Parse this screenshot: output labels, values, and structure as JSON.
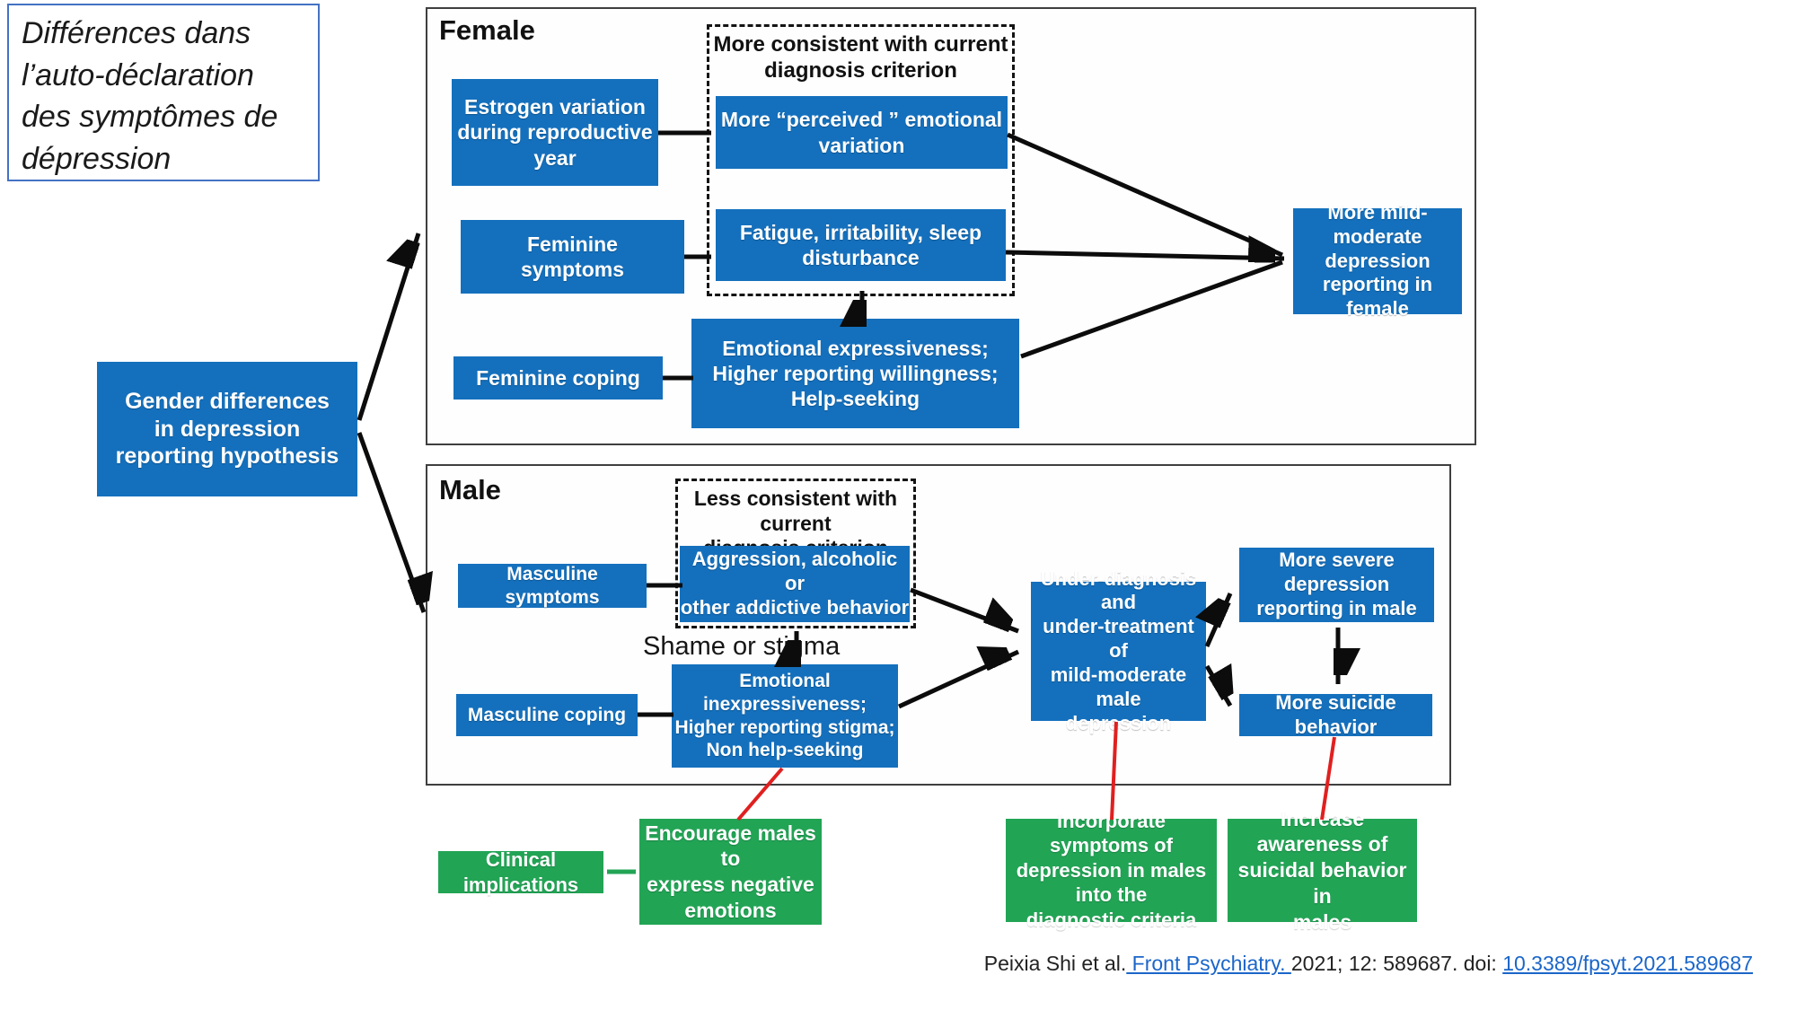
{
  "title_box": {
    "text": "Différences dans\nl’auto-déclaration\ndes symptômes de\ndépression"
  },
  "root_node": {
    "label": "Gender differences\nin depression\nreporting hypothesis"
  },
  "female": {
    "panel_label": "Female",
    "dashed_box_title": "More consistent with  current\ndiagnosis criterion",
    "estrogen": "Estrogen variation\nduring  reproductive\nyear",
    "perceived": "More “perceived ” emotional\nvariation",
    "fatigue": "Fatigue, irritability, sleep\ndisturbance",
    "symptoms": "Feminine\nsymptoms",
    "coping": "Feminine coping",
    "expressiveness": "Emotional expressiveness;\nHigher reporting willingness;\nHelp-seeking",
    "outcome": "More mild-moderate\ndepression reporting in\nfemale"
  },
  "male": {
    "panel_label": "Male",
    "dashed_box_title": "Less consistent with current\ndiagnosis criterion",
    "symptoms": "Masculine symptoms",
    "aggression": "Aggression, alcoholic or\nother addictive behavior",
    "shame_label": "Shame or stigma",
    "coping": "Masculine coping",
    "inexpressiveness": "Emotional inexpressiveness;\nHigher reporting stigma;\nNon help-seeking",
    "underdiagnosis": "Under-diagnosis and\nunder-treatment of\nmild-moderate male\ndepression",
    "severe": "More severe depression\nreporting in male",
    "suicide": "More suicide behavior"
  },
  "clinical": {
    "label": "Clinical implications",
    "encourage": "Encourage males to\nexpress negative\nemotions",
    "incorporate": "Incorporate symptoms of\ndepression in males into the\ndiagnostic criteria",
    "increase": "Increase awareness of\nsuicidal behavior in\nmales"
  },
  "citation": {
    "prefix": "Peixia Shi et al.",
    "journal_link": " Front Psychiatry. ",
    "middle": "2021; 12: 589687. doi: ",
    "doi_link": "10.3389/fpsyt.2021.589687"
  },
  "colors": {
    "node_blue": "#1470bd",
    "node_green": "#22a455",
    "red_line": "#e02020",
    "accent_border": "#4472c4",
    "link_blue": "#1b66c9"
  }
}
